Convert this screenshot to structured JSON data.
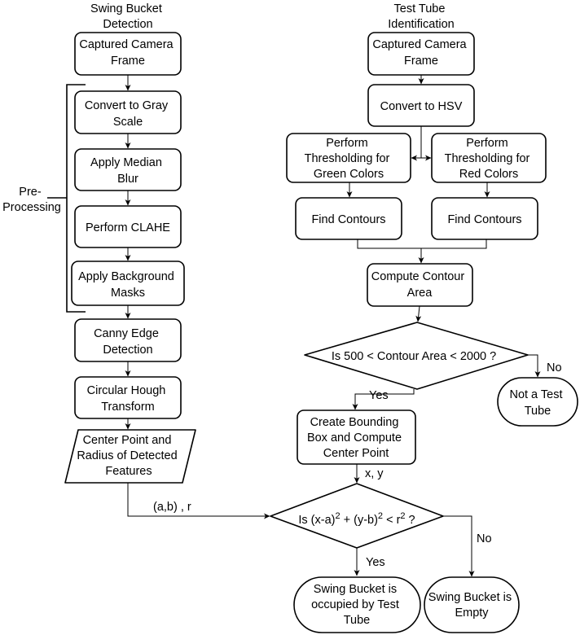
{
  "titles": {
    "left": [
      "Swing Bucket",
      "Detection"
    ],
    "right": [
      "Test Tube",
      "Identification"
    ]
  },
  "preprocessing": [
    "Pre-",
    "Processing"
  ],
  "left_flow": {
    "capture": [
      "Captured Camera",
      "Frame"
    ],
    "gray": [
      "Convert to Gray",
      "Scale"
    ],
    "median": [
      "Apply Median",
      "Blur"
    ],
    "clahe": [
      "Perform CLAHE"
    ],
    "masks": [
      "Apply Background",
      "Masks"
    ],
    "canny": [
      "Canny Edge",
      "Detection"
    ],
    "hough": [
      "Circular Hough",
      "Transform"
    ],
    "center": [
      "Center Point and",
      "Radius of Detected",
      "Features"
    ]
  },
  "right_flow": {
    "capture": [
      "Captured Camera",
      "Frame"
    ],
    "hsv": [
      "Convert to HSV"
    ],
    "green": [
      "Perform",
      "Thresholding for",
      "Green Colors"
    ],
    "red": [
      "Perform",
      "Thresholding for",
      "Red Colors"
    ],
    "contours_left": [
      "Find Contours"
    ],
    "contours_right": [
      "Find Contours"
    ],
    "area": [
      "Compute Contour",
      "Area"
    ],
    "decision1": [
      "Is 500 < Contour Area < 2000 ?"
    ],
    "not_tube": [
      "Not a Test",
      "Tube"
    ],
    "bbox": [
      "Create Bounding",
      "Box and Compute",
      "Center Point"
    ],
    "occupied": [
      "Swing Bucket is",
      "occupied by Test",
      "Tube"
    ],
    "empty": [
      "Swing Bucket is",
      "Empty"
    ]
  },
  "decision2": {
    "prefix": "Is (x-a)",
    "exp1": "2",
    "mid": " + (y-b)",
    "exp2": "2",
    "mid2": " < r",
    "exp3": "2",
    "suffix": " ?"
  },
  "edge_labels": {
    "no1": "No",
    "yes1": "Yes",
    "xy": "x, y",
    "ab_r": "(a,b) , r",
    "yes2": "Yes",
    "no2": "No"
  }
}
